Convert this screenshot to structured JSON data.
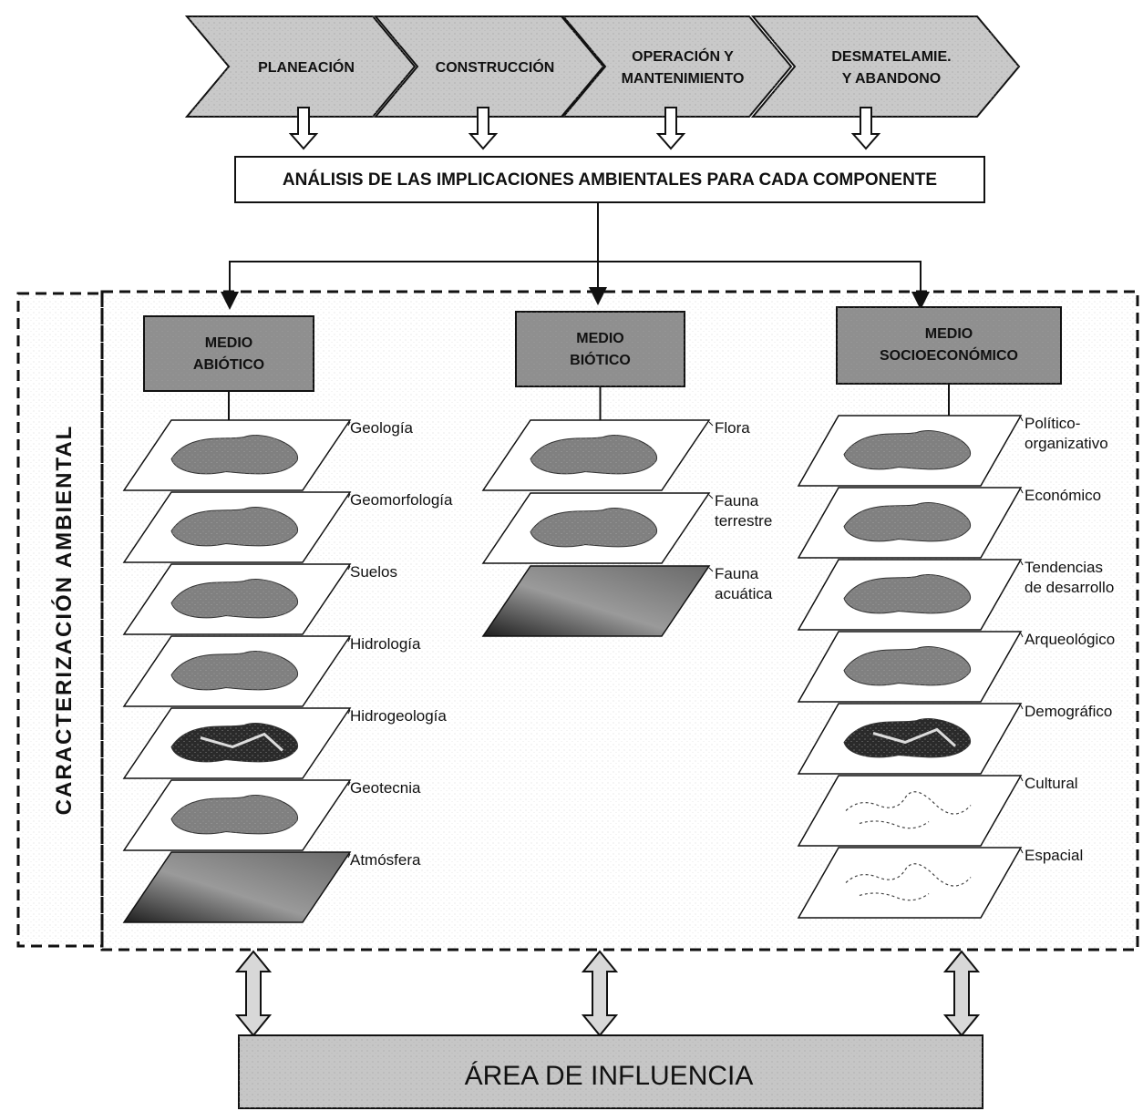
{
  "phases": [
    {
      "lines": [
        "PLANEACIÓN"
      ]
    },
    {
      "lines": [
        "CONSTRUCCIÓN"
      ]
    },
    {
      "lines": [
        "OPERACIÓN Y",
        "MANTENIMIENTO"
      ]
    },
    {
      "lines": [
        "DESMATELAMIE.",
        "Y ABANDONO"
      ]
    }
  ],
  "analysis_label": "ANÁLISIS DE LAS IMPLICACIONES AMBIENTALES PARA CADA COMPONENTE",
  "side_label": "CARACTERIZACIÓN AMBIENTAL",
  "media": [
    {
      "title_lines": [
        "MEDIO",
        "ABIÓTICO"
      ],
      "layers": [
        {
          "lines": [
            "Geología"
          ],
          "style": "patch"
        },
        {
          "lines": [
            "Geomorfología"
          ],
          "style": "patch"
        },
        {
          "lines": [
            "Suelos"
          ],
          "style": "patch"
        },
        {
          "lines": [
            "Hidrología"
          ],
          "style": "patch"
        },
        {
          "lines": [
            "Hidrogeología"
          ],
          "style": "dark"
        },
        {
          "lines": [
            "Geotecnia"
          ],
          "style": "patch"
        },
        {
          "lines": [
            "Atmósfera"
          ],
          "style": "gradient"
        }
      ]
    },
    {
      "title_lines": [
        "MEDIO",
        "BIÓTICO"
      ],
      "layers": [
        {
          "lines": [
            "Flora"
          ],
          "style": "patch"
        },
        {
          "lines": [
            "Fauna",
            "terrestre"
          ],
          "style": "patch"
        },
        {
          "lines": [
            "Fauna",
            "acuática"
          ],
          "style": "gradient"
        }
      ]
    },
    {
      "title_lines": [
        "MEDIO",
        "SOCIOECONÓMICO"
      ],
      "layers": [
        {
          "lines": [
            "Político-",
            "organizativo"
          ],
          "style": "patch"
        },
        {
          "lines": [
            "Económico"
          ],
          "style": "patch"
        },
        {
          "lines": [
            "Tendencias",
            "de desarrollo"
          ],
          "style": "patch"
        },
        {
          "lines": [
            "Arqueológico"
          ],
          "style": "patch"
        },
        {
          "lines": [
            "Demográfico"
          ],
          "style": "dark"
        },
        {
          "lines": [
            "Cultural"
          ],
          "style": "outline"
        },
        {
          "lines": [
            "Espacial"
          ],
          "style": "outline"
        }
      ]
    }
  ],
  "influence_label": "ÁREA DE INFLUENCIA",
  "colors": {
    "title_box": "#8f8f8f",
    "phase_fill": "#c9c9c9",
    "bottom_box": "#c6c6c6",
    "patch": "#808080",
    "dark": "#2a2a2a"
  }
}
